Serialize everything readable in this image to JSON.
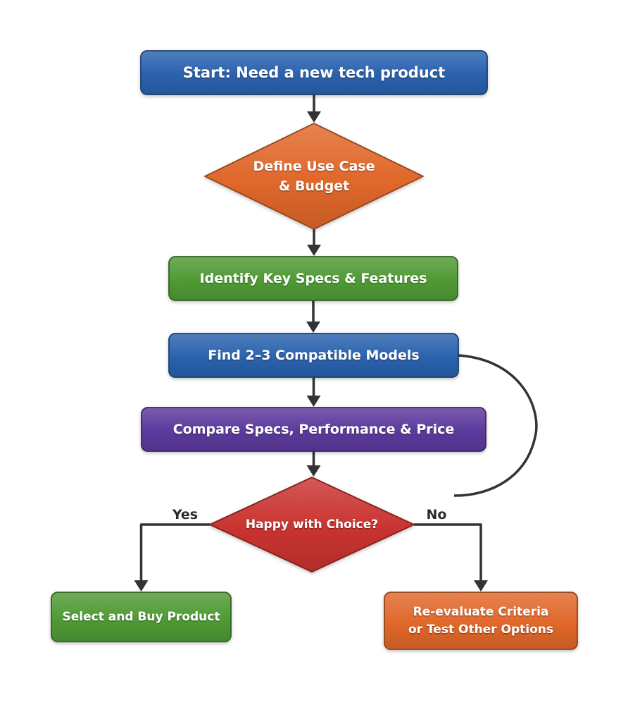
{
  "diagram": {
    "type": "flowchart",
    "colors": {
      "blue": "#2a62ad",
      "orange": "#e0672a",
      "green": "#4f9a35",
      "purple": "#5b3a9c",
      "red": "#c93330",
      "arrow": "#333333"
    },
    "nodes": [
      {
        "id": "start",
        "shape": "rect",
        "color": "blue",
        "lines": [
          "Start: Need a new tech product"
        ]
      },
      {
        "id": "define",
        "shape": "diamond",
        "color": "orange",
        "lines": [
          "Define Use Case",
          "& Budget"
        ]
      },
      {
        "id": "identify",
        "shape": "rect",
        "color": "green",
        "lines": [
          "Identify Key Specs & Features"
        ]
      },
      {
        "id": "find",
        "shape": "rect",
        "color": "blue",
        "lines": [
          "Find 2–3 Compatible Models"
        ]
      },
      {
        "id": "compare",
        "shape": "rect",
        "color": "purple",
        "lines": [
          "Compare Specs, Performance & Price"
        ]
      },
      {
        "id": "decision",
        "shape": "diamond",
        "color": "red",
        "lines": [
          "Happy with Choice?"
        ]
      },
      {
        "id": "buy",
        "shape": "rect",
        "color": "green",
        "lines": [
          "Select and Buy Product"
        ]
      },
      {
        "id": "reevaluate",
        "shape": "rect",
        "color": "orange",
        "lines": [
          "Re-evaluate Criteria",
          "or Test Other Options"
        ]
      }
    ],
    "edges": [
      {
        "from": "start",
        "to": "define",
        "label": ""
      },
      {
        "from": "define",
        "to": "identify",
        "label": ""
      },
      {
        "from": "identify",
        "to": "find",
        "label": ""
      },
      {
        "from": "find",
        "to": "compare",
        "label": ""
      },
      {
        "from": "compare",
        "to": "decision",
        "label": ""
      },
      {
        "from": "decision",
        "to": "buy",
        "label": "Yes"
      },
      {
        "from": "decision",
        "to": "reevaluate",
        "label": "No"
      },
      {
        "from": "find",
        "to": "decision",
        "label": "",
        "style": "curved-loop"
      }
    ]
  }
}
